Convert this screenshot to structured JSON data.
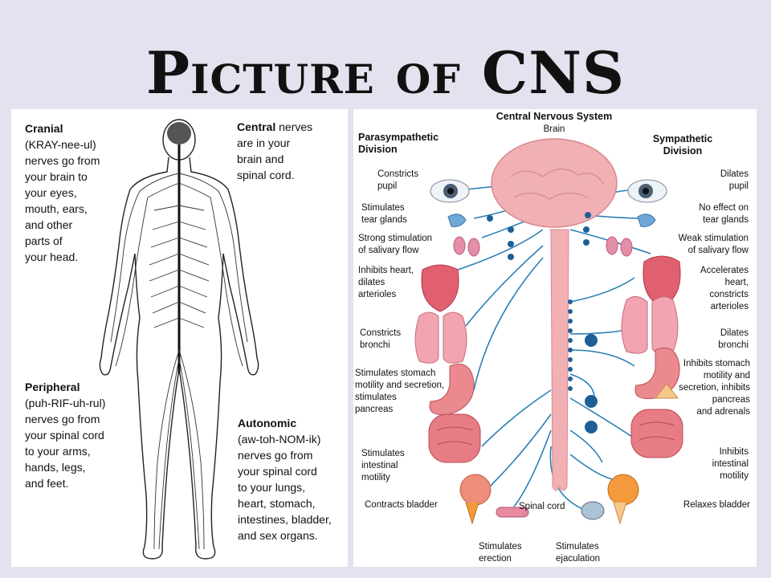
{
  "title": "Picture of CNS",
  "left": {
    "cranial": {
      "term": "Cranial",
      "text": "(KRAY-nee-ul)\nnerves go from\nyour brain to\nyour eyes,\nmouth, ears,\nand other\nparts of\nyour head."
    },
    "central": {
      "term": "Central",
      "text": " nerves\nare in your\nbrain and\nspinal cord."
    },
    "peripheral": {
      "term": "Peripheral",
      "text": "(puh-RIF-uh-rul)\nnerves go from\nyour spinal cord\nto your arms,\nhands, legs,\nand feet."
    },
    "autonomic": {
      "term": "Autonomic",
      "text": "(aw-toh-NOM-ik)\nnerves go from\nyour spinal cord\nto your lungs,\nheart, stomach,\nintestines, bladder,\nand sex organs."
    }
  },
  "right": {
    "title": "Central Nervous System",
    "brain": "Brain",
    "para_heading": "Parasympathetic\nDivision",
    "symp_heading": "Sympathetic\nDivision",
    "para": [
      "Constricts\npupil",
      "Stimulates\ntear glands",
      "Strong stimulation\nof salivary flow",
      "Inhibits heart,\ndilates\narterioles",
      "Constricts\nbronchi",
      "Stimulates stomach\nmotility and secretion,\nstimulates\npancreas",
      "Stimulates\nintestinal\nmotility",
      "Contracts bladder"
    ],
    "symp": [
      "Dilates\npupil",
      "No effect on\ntear glands",
      "Weak stimulation\nof salivary flow",
      "Accelerates\nheart,\nconstricts\narterioles",
      "Dilates\nbronchi",
      "Inhibits stomach\nmotility and\nsecretion, inhibits\npancreas\nand adrenals",
      "Inhibits\nintestinal\nmotility",
      "Relaxes bladder"
    ],
    "spinal_cord": "Spinal cord",
    "erection": "Stimulates\nerection",
    "ejaculation": "Stimulates\nejaculation"
  },
  "colors": {
    "organ": "#e8828a",
    "organ_dark": "#c84a56",
    "nerve": "#2a7fb5",
    "node": "#1e5f96",
    "brain": "#f0b0b4"
  }
}
